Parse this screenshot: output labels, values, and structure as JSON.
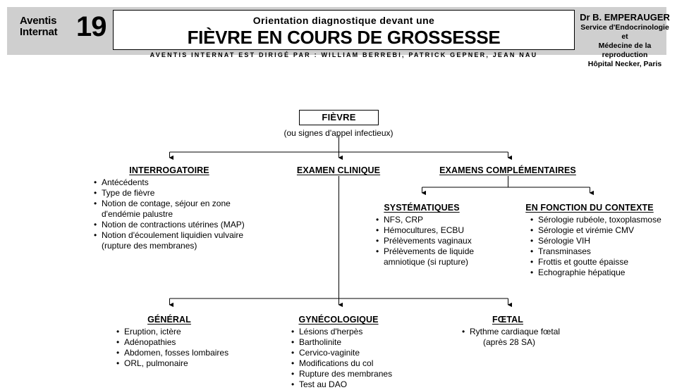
{
  "header": {
    "brand_line1": "Aventis",
    "brand_line2": "Internat",
    "issue_number": "19",
    "title_kicker": "Orientation diagnostique devant une",
    "title_main": "FIÈVRE EN COURS DE GROSSESSE",
    "credits": "AVENTIS INTERNAT EST DIRIGÉ PAR : WILLIAM BERREBI,  PATRICK GEPNER,  JEAN NAU",
    "author_name": "Dr B. EMPERAUGER",
    "author_line1": "Service d'Endocrinologie et",
    "author_line2": "Médecine de la reproduction",
    "author_line3": "Hôpital Necker, Paris"
  },
  "flowchart": {
    "root": {
      "label": "FIÈVRE",
      "caption": "(ou signes d'appel infectieux)"
    },
    "level1": [
      {
        "heading": "INTERROGATOIRE",
        "items": [
          {
            "text": "Antécédents",
            "bullet": true
          },
          {
            "text": "Type de fièvre",
            "bullet": true
          },
          {
            "text": "Notion de contage, séjour en zone",
            "bullet": true
          },
          {
            "text": "d'endémie palustre",
            "bullet": false
          },
          {
            "text": "Notion de contractions utérines (MAP)",
            "bullet": true
          },
          {
            "text": "Notion d'écoulement liquidien vulvaire",
            "bullet": true
          },
          {
            "text": "(rupture des membranes)",
            "bullet": false
          }
        ]
      },
      {
        "heading": "EXAMEN CLINIQUE",
        "items": []
      },
      {
        "heading": "EXAMENS COMPLÉMENTAIRES",
        "items": []
      }
    ],
    "level2_exams": [
      {
        "heading": "SYSTÉMATIQUES",
        "items": [
          {
            "text": "NFS, CRP",
            "bullet": true
          },
          {
            "text": "Hémocultures, ECBU",
            "bullet": true
          },
          {
            "text": "Prélèvements vaginaux",
            "bullet": true
          },
          {
            "text": "Prélèvements de liquide",
            "bullet": true
          },
          {
            "text": "amniotique (si rupture)",
            "bullet": false
          }
        ]
      },
      {
        "heading": "EN FONCTION DU CONTEXTE",
        "items": [
          {
            "text": "Sérologie rubéole, toxoplasmose",
            "bullet": true
          },
          {
            "text": "Sérologie et virémie CMV",
            "bullet": true
          },
          {
            "text": "Sérologie VIH",
            "bullet": true
          },
          {
            "text": "Transminases",
            "bullet": true
          },
          {
            "text": "Frottis et goutte épaisse",
            "bullet": true
          },
          {
            "text": "Echographie hépatique",
            "bullet": true
          }
        ]
      }
    ],
    "level2_clinique": [
      {
        "heading": "GÉNÉRAL",
        "items": [
          {
            "text": "Eruption, ictère",
            "bullet": true
          },
          {
            "text": "Adénopathies",
            "bullet": true
          },
          {
            "text": "Abdomen, fosses lombaires",
            "bullet": true
          },
          {
            "text": "ORL, pulmonaire",
            "bullet": true
          }
        ]
      },
      {
        "heading": "GYNÉCOLOGIQUE",
        "items": [
          {
            "text": "Lésions d'herpès",
            "bullet": true
          },
          {
            "text": "Bartholinite",
            "bullet": true
          },
          {
            "text": "Cervico-vaginite",
            "bullet": true
          },
          {
            "text": "Modifications du col",
            "bullet": true
          },
          {
            "text": "Rupture des membranes",
            "bullet": true
          },
          {
            "text": "Test au DAO",
            "bullet": true
          }
        ]
      },
      {
        "heading": "FŒTAL",
        "items": [
          {
            "text": "Rythme cardiaque fœtal",
            "bullet": true
          },
          {
            "text": "(après 28 SA)",
            "bullet": false,
            "center": true
          }
        ]
      }
    ]
  },
  "colors": {
    "header_band": "#cfcfcf",
    "line": "#000000",
    "page_bg": "#ffffff"
  }
}
